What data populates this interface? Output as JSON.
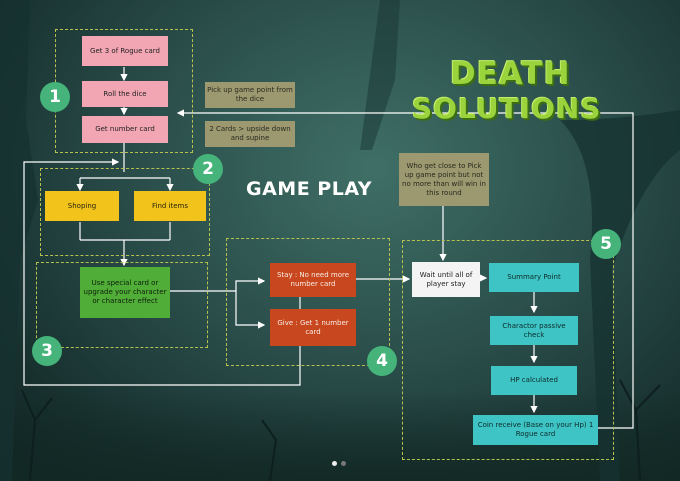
{
  "title": "GAME PLAY",
  "logo": {
    "line1": "DEATH",
    "line2": "SOLUTIONS"
  },
  "badges": [
    "1",
    "2",
    "3",
    "4",
    "5"
  ],
  "section1": {
    "get_rogue": "Get 3 of Rogue card",
    "roll_dice": "Roll the dice",
    "get_number": "Get number card",
    "note_pickup": "Pick up game point from the dice",
    "note_cards": "2 Cards > upside down and supine"
  },
  "section2": {
    "shopping": "Shoping",
    "find_items": "Find items"
  },
  "section3": {
    "use_card": "Use special card or upgrade your character or character effect"
  },
  "section4": {
    "stay": "Stay : No need more number card",
    "give": "Give : Get 1 number card"
  },
  "section5": {
    "note_win": "Who get close to Pick up game point but not no more than will win in this round",
    "wait": "Wait until all of player stay",
    "summary": "Summary Point",
    "charactor": "Charactor passive check",
    "hp": "HP calculated",
    "coin": "Coin receive (Base on your Hp) 1 Rogue card"
  },
  "colors": {
    "accent": "#45b37a",
    "dash": "#b7c24e",
    "pink": "#f2a6b4",
    "yellow": "#f1c31b",
    "green": "#4fad38",
    "red": "#c8471e",
    "teal": "#3ec4c4"
  },
  "pagination": {
    "pages": 2,
    "current": 1
  }
}
